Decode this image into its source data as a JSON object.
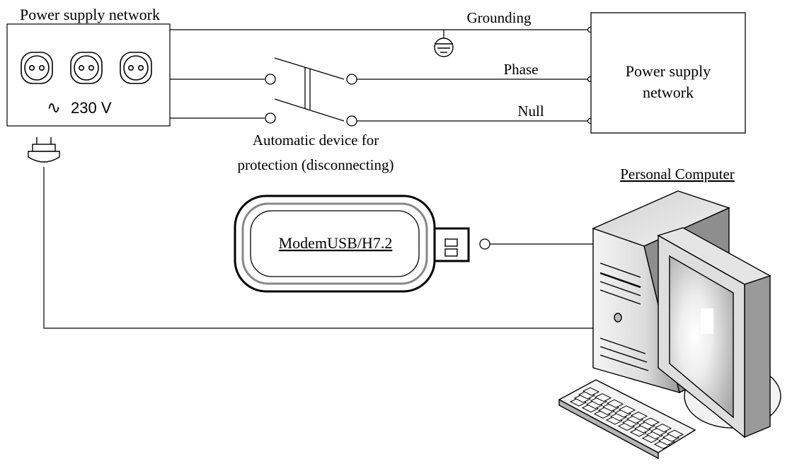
{
  "labels": {
    "supply_left": "Power supply network",
    "voltage": "230 V",
    "voltage_symbol": "∿",
    "grounding": "Grounding",
    "phase": "Phase",
    "null": "Null",
    "supply_right_line1": "Power supply",
    "supply_right_line2": "network",
    "breaker_line1": "Automatic device for",
    "breaker_line2": "protection (disconnecting)",
    "modem": "ModemUSB/H7.2",
    "computer": "Personal Computer"
  },
  "colors": {
    "line": "#000000",
    "spellcheck_underline": "#d02020"
  },
  "icons": [
    "socket-icon",
    "ground-icon",
    "plug-icon",
    "switch-icon",
    "usb-modem-icon",
    "personal-computer-icon"
  ]
}
